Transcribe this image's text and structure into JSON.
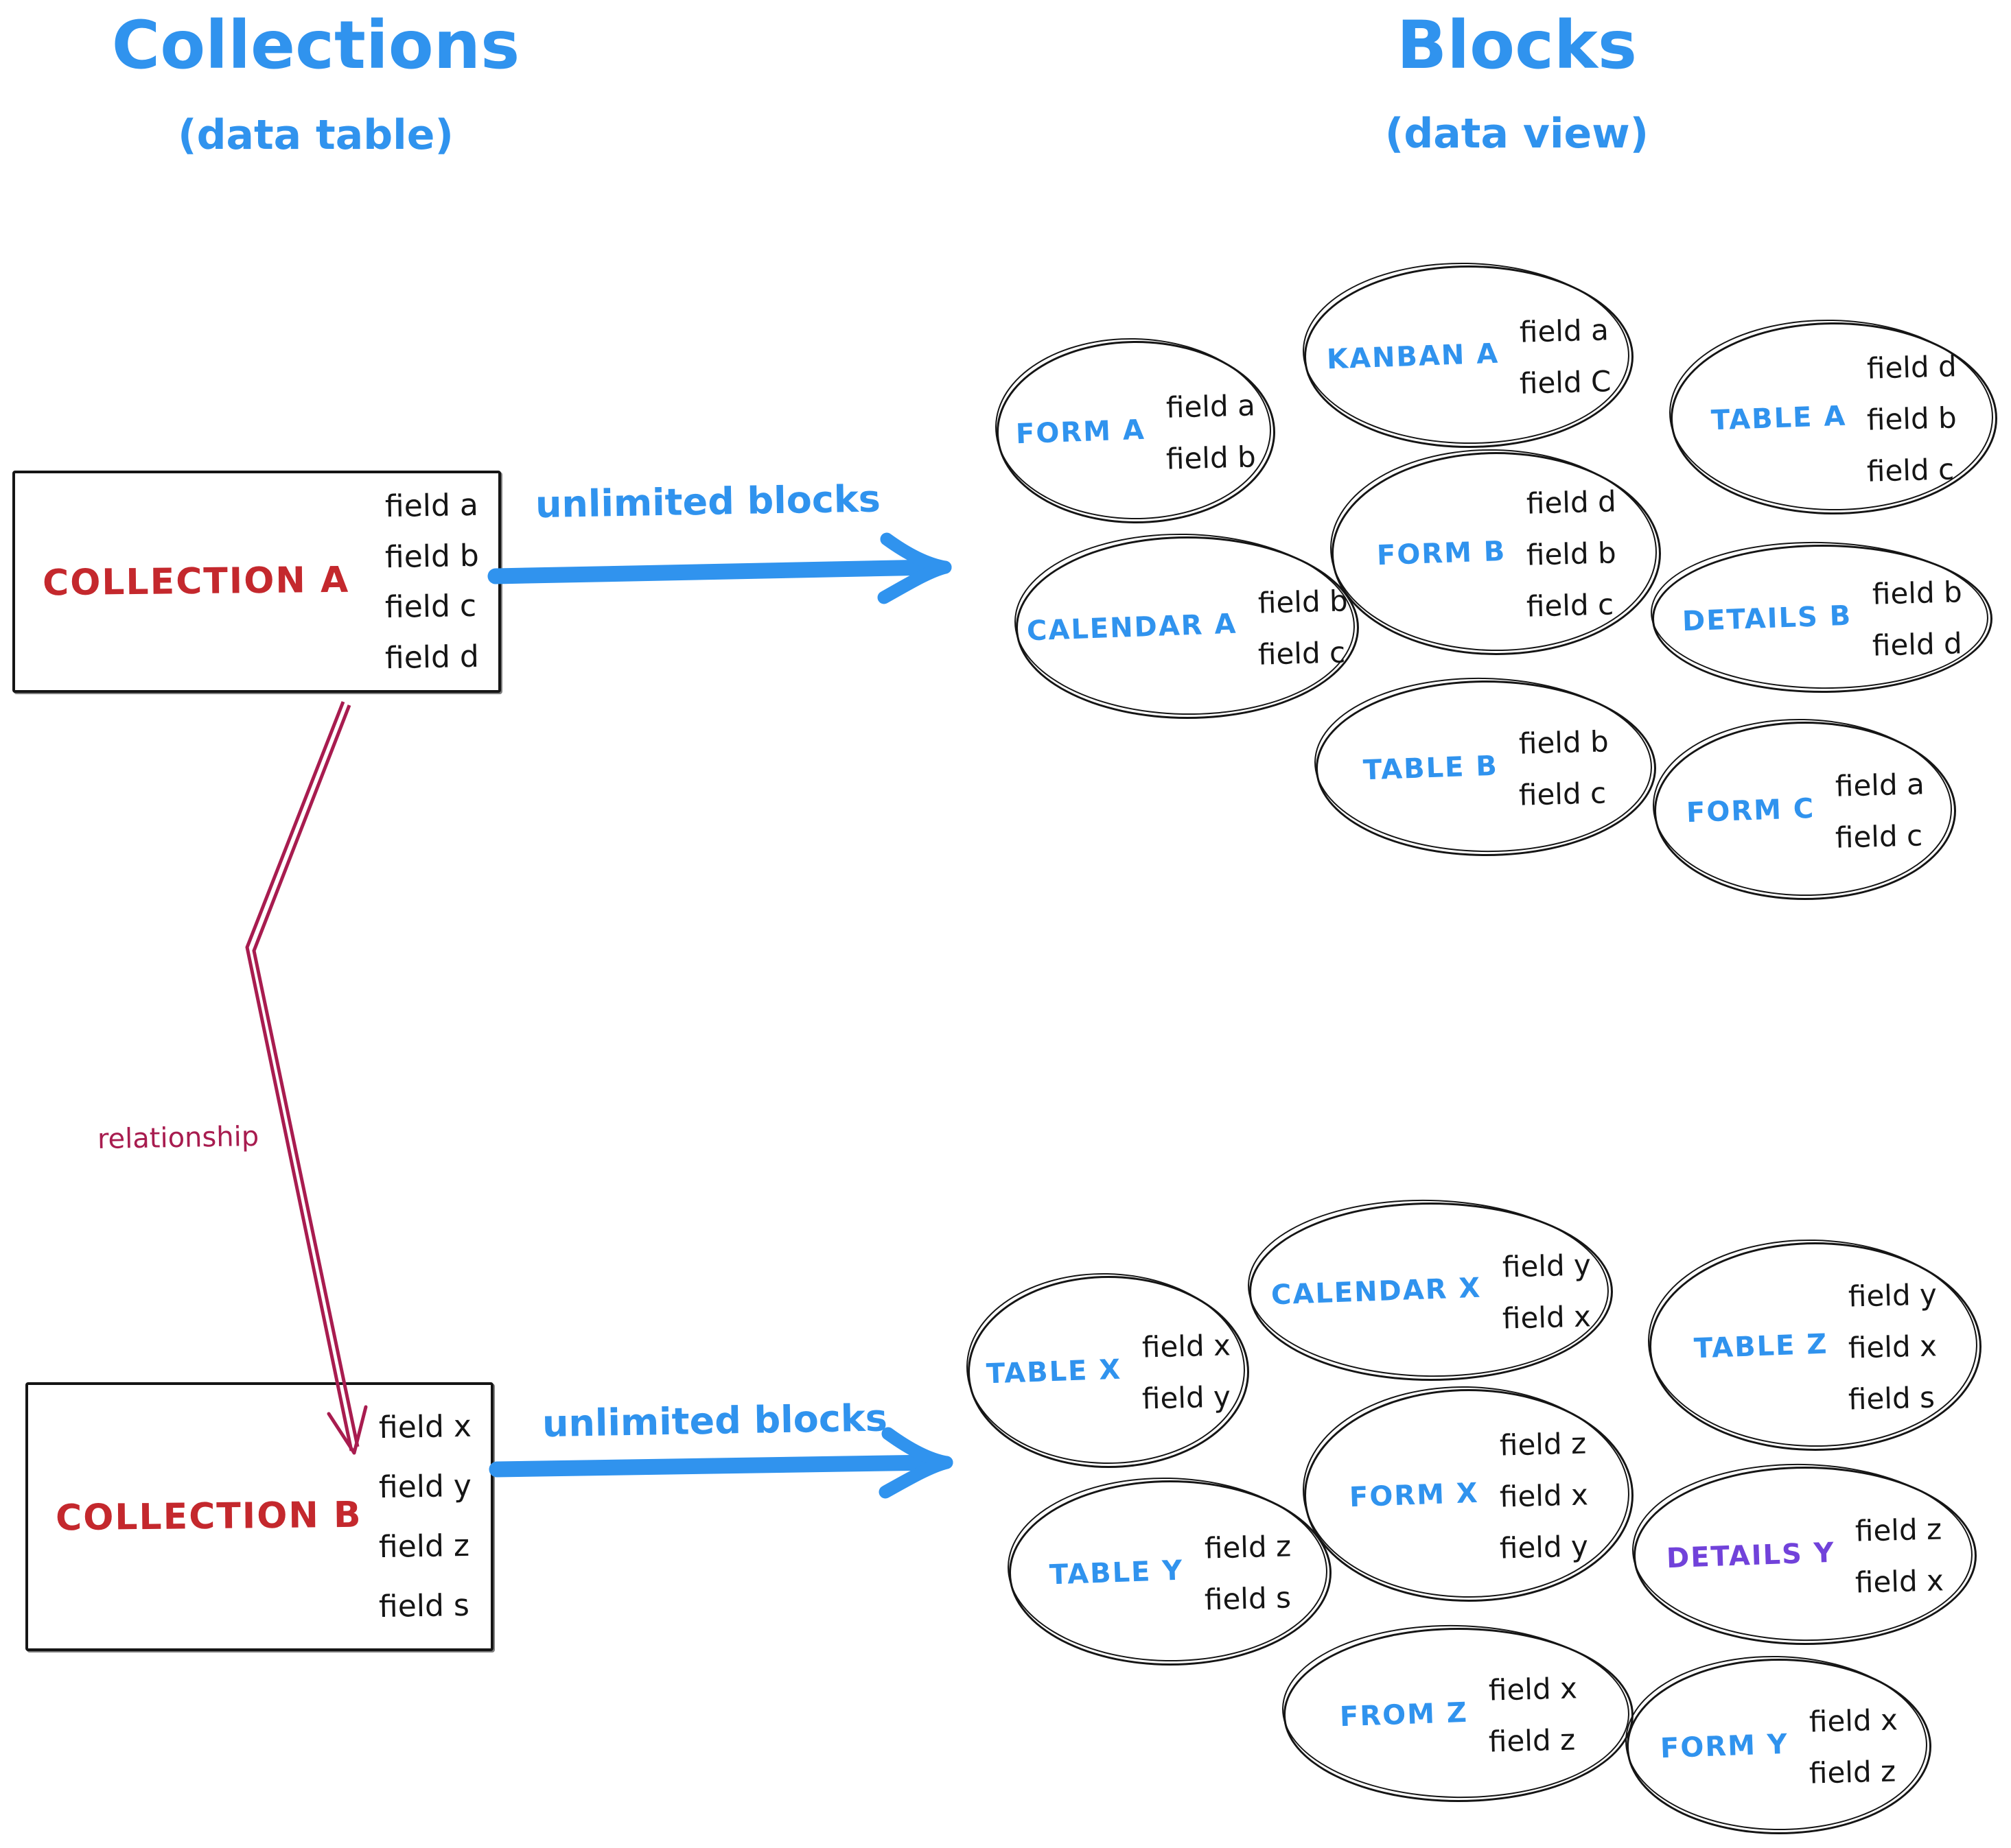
{
  "colors": {
    "blue": "#3093ee",
    "red": "#c4282d",
    "crimson": "#a81c4f",
    "purple": "#7142da",
    "ink": "#151515"
  },
  "left_header": {
    "title": "Collections",
    "subtitle": "(data table)"
  },
  "right_header": {
    "title": "Blocks",
    "subtitle": "(data view)"
  },
  "collection_a": {
    "name": "COLLECTION A",
    "fields": [
      "field a",
      "field b",
      "field c",
      "field d"
    ]
  },
  "collection_b": {
    "name": "COLLECTION B",
    "fields": [
      "field x",
      "field y",
      "field z",
      "field s"
    ]
  },
  "arrows": {
    "top_label": "unlimited blocks",
    "bottom_label": "unlimited blocks",
    "relationship_label": "relationship"
  },
  "blocks_a": [
    {
      "name": "FORM A",
      "fields": [
        "field a",
        "field b"
      ]
    },
    {
      "name": "KANBAN A",
      "fields": [
        "field a",
        "field C"
      ]
    },
    {
      "name": "TABLE A",
      "fields": [
        "field d",
        "field b",
        "field c"
      ]
    },
    {
      "name": "FORM B",
      "fields": [
        "field d",
        "field b",
        "field c"
      ]
    },
    {
      "name": "CALENDAR A",
      "fields": [
        "field b",
        "field c"
      ]
    },
    {
      "name": "DETAILS B",
      "fields": [
        "field b",
        "field d"
      ]
    },
    {
      "name": "TABLE B",
      "fields": [
        "field b",
        "field c"
      ]
    },
    {
      "name": "FORM C",
      "fields": [
        "field a",
        "field c"
      ]
    }
  ],
  "blocks_b": [
    {
      "name": "TABLE X",
      "fields": [
        "field x",
        "field y"
      ]
    },
    {
      "name": "CALENDAR X",
      "fields": [
        "field y",
        "field x"
      ]
    },
    {
      "name": "TABLE Z",
      "fields": [
        "field y",
        "field x",
        "field s"
      ]
    },
    {
      "name": "FORM X",
      "fields": [
        "field z",
        "field x",
        "field y"
      ]
    },
    {
      "name": "TABLE Y",
      "fields": [
        "field z",
        "field s"
      ]
    },
    {
      "name": "DETAILS Y",
      "fields": [
        "field z",
        "field x"
      ]
    },
    {
      "name": "FROM Z",
      "fields": [
        "field x",
        "field z"
      ]
    },
    {
      "name": "FORM Y",
      "fields": [
        "field x",
        "field z"
      ]
    }
  ]
}
